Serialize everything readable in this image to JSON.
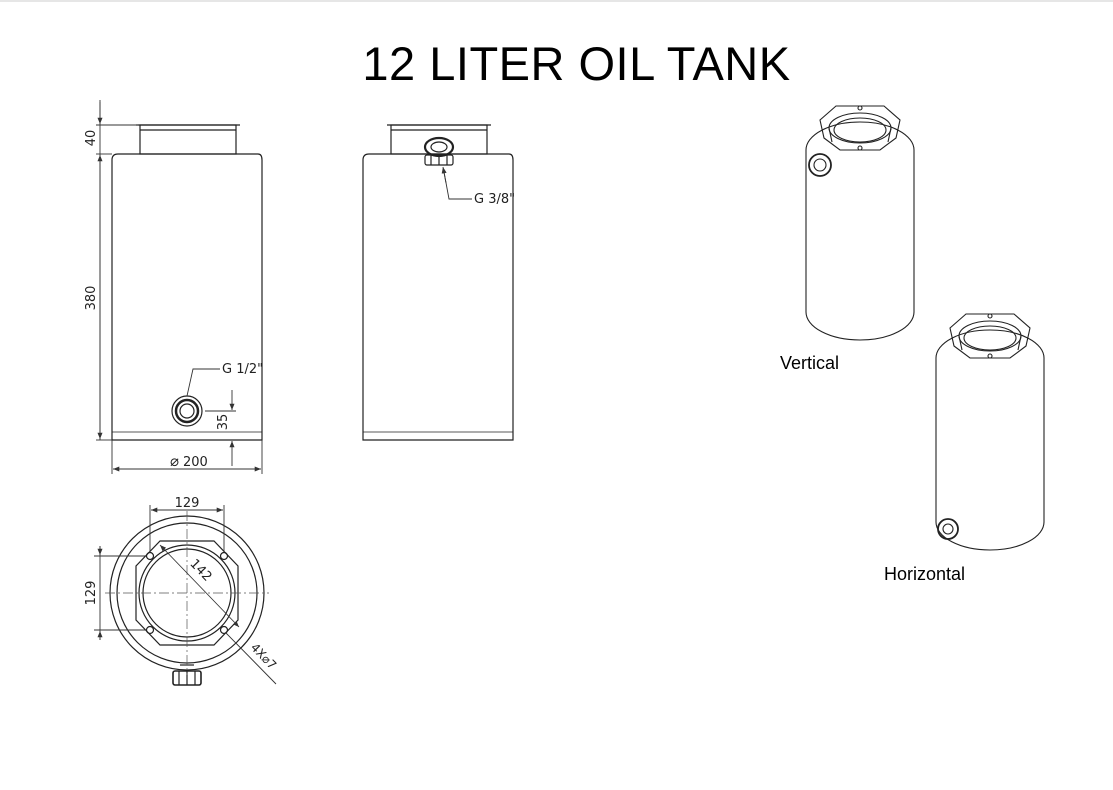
{
  "title": "12 LITER OIL TANK",
  "dimensions": {
    "neck_height": "40",
    "body_height": "380",
    "outlet_height": "35",
    "diameter": "200",
    "diameter_symbol": "⌀",
    "bolt_square_x": "129",
    "bolt_square_y": "129",
    "bolt_circle": "142",
    "holes": "4X⌀7"
  },
  "callouts": {
    "side_outlet": "G 1/2\"",
    "top_port": "G 3/8\""
  },
  "views": {
    "vertical": "Vertical",
    "horizontal": "Horizontal"
  },
  "colors": {
    "line": "#222222",
    "dim": "#333333"
  }
}
